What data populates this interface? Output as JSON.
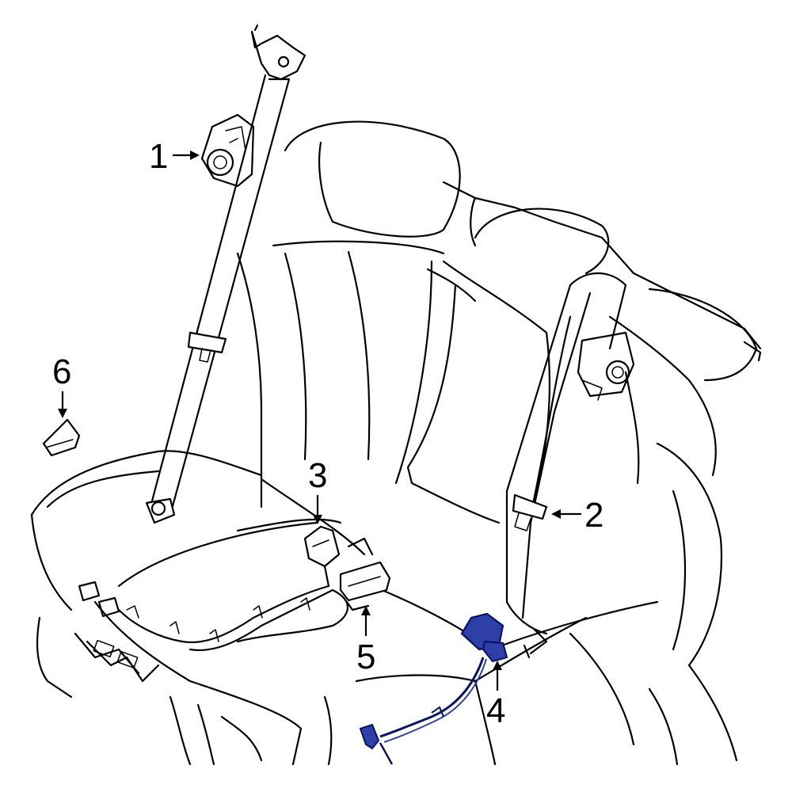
{
  "callouts": [
    {
      "id": "1",
      "label": "1"
    },
    {
      "id": "2",
      "label": "2"
    },
    {
      "id": "3",
      "label": "3"
    },
    {
      "id": "4",
      "label": "4"
    },
    {
      "id": "5",
      "label": "5"
    },
    {
      "id": "6",
      "label": "6"
    }
  ],
  "colors": {
    "line": "#000000",
    "background": "#ffffff",
    "highlight_fill": "#2f3fa8",
    "highlight_stroke": "#0a1466"
  }
}
